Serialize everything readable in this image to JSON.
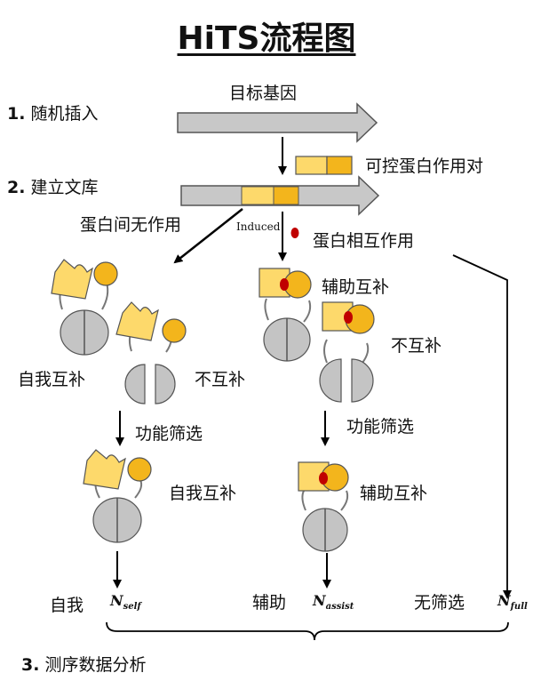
{
  "title": "HiTS流程图",
  "steps": [
    {
      "num": "1.",
      "text": "随机插入"
    },
    {
      "num": "2.",
      "text": "建立文库"
    },
    {
      "num": "3.",
      "text": "测序数据分析"
    }
  ],
  "labels": {
    "target_gene": "目标基因",
    "controllable_pair": "可控蛋白作用对",
    "no_interaction": "蛋白间无作用",
    "induced": "Induced",
    "interaction": "蛋白相互作用",
    "assist_comp_1": "辅助互补",
    "self_comp_1": "自我互补",
    "no_comp_left": "不互补",
    "no_comp_right": "不互补",
    "func_screen_left": "功能筛选",
    "func_screen_right": "功能筛选",
    "self_comp_2": "自我互补",
    "assist_comp_2": "辅助互补",
    "bottom_self": "自我",
    "bottom_assist": "辅助",
    "bottom_noscreen": "无筛选"
  },
  "n_labels": {
    "self": {
      "main": "N",
      "sub": "self"
    },
    "assist": {
      "main": "N",
      "sub": "assist"
    },
    "full": {
      "main": "N",
      "sub": "full"
    }
  },
  "colors": {
    "gray_arrow": "#c8c8c8",
    "yellow_light": "#fdd96b",
    "yellow_dark": "#f3b51c",
    "gray_circle": "#c4c4c4",
    "red_dot": "#c00000"
  }
}
